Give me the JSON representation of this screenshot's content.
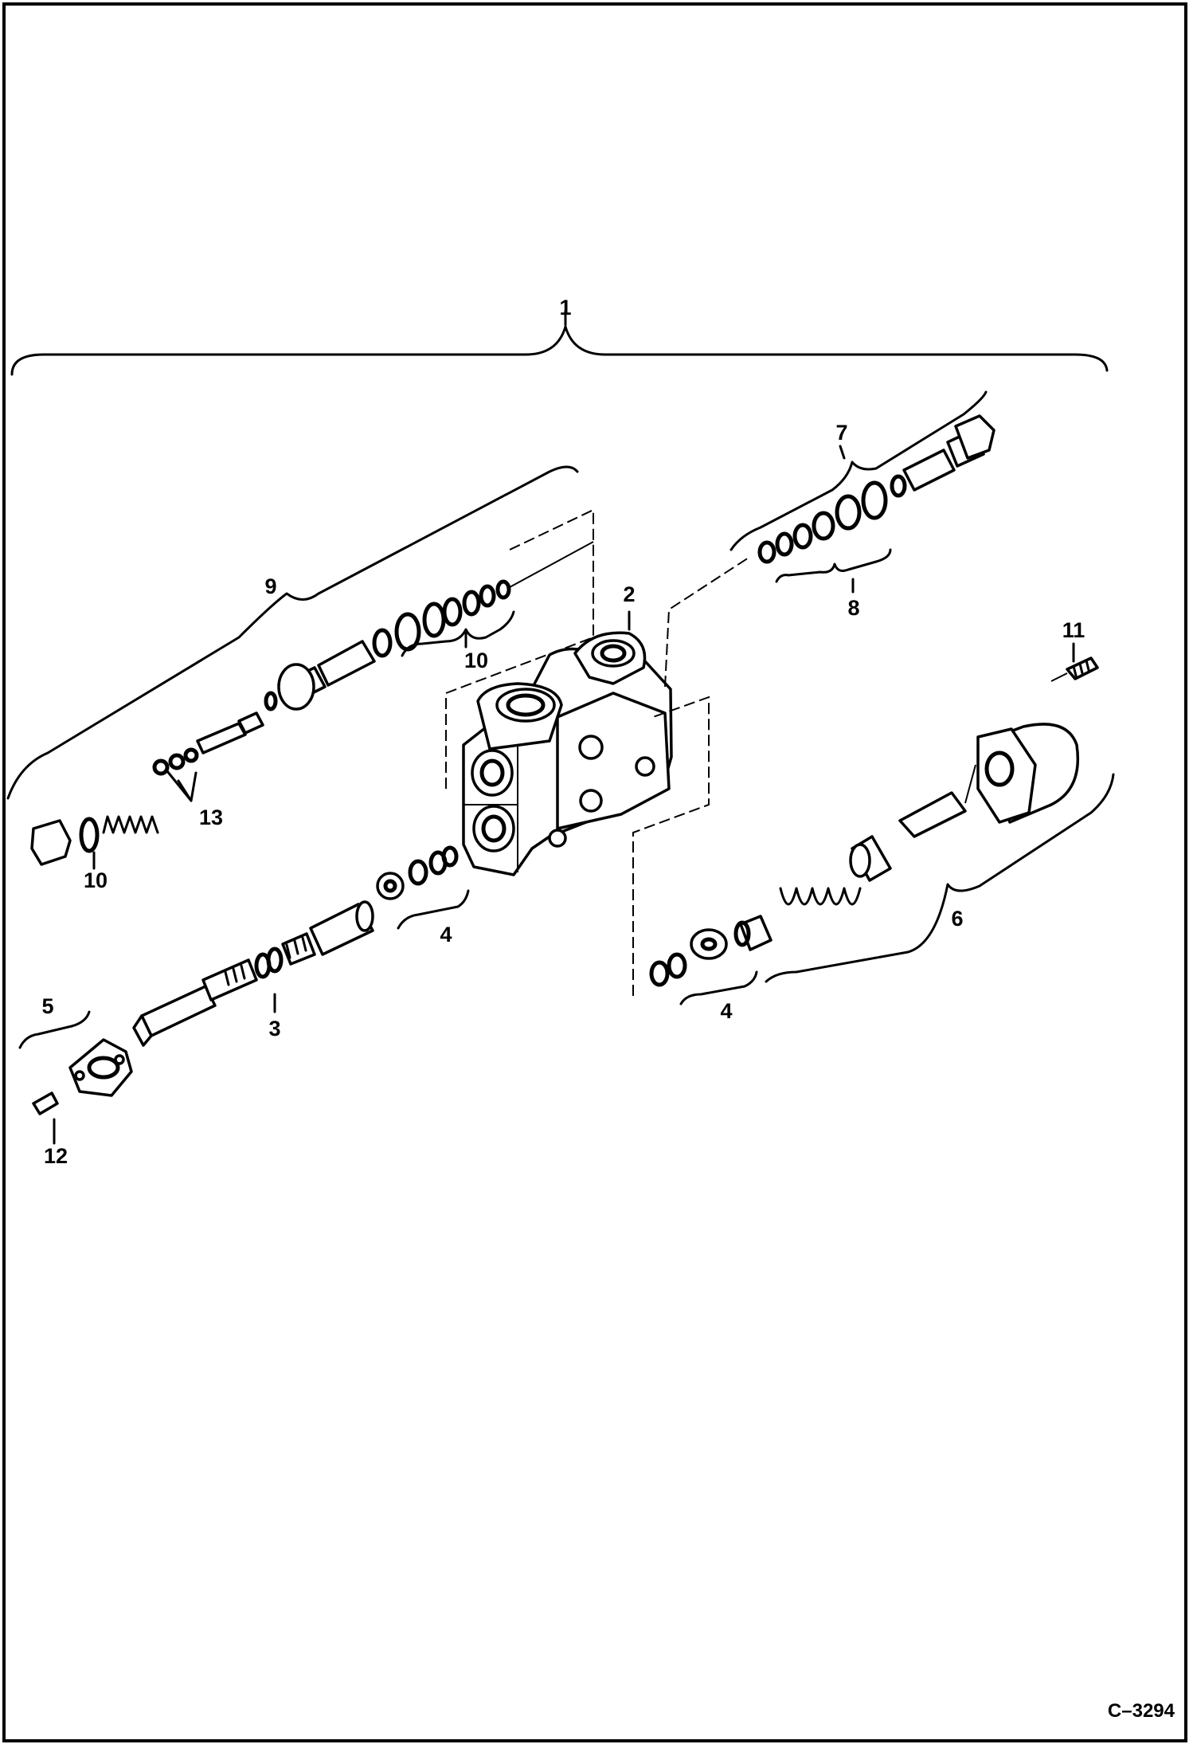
{
  "figure": {
    "figure_id": "C–3294",
    "callouts": {
      "c1": "1",
      "c2": "2",
      "c3": "3",
      "c4a": "4",
      "c4b": "4",
      "c5": "5",
      "c6": "6",
      "c7": "7",
      "c8": "8",
      "c9": "9",
      "c10a": "10",
      "c10b": "10",
      "c11": "11",
      "c12": "12",
      "c13": "13"
    }
  }
}
